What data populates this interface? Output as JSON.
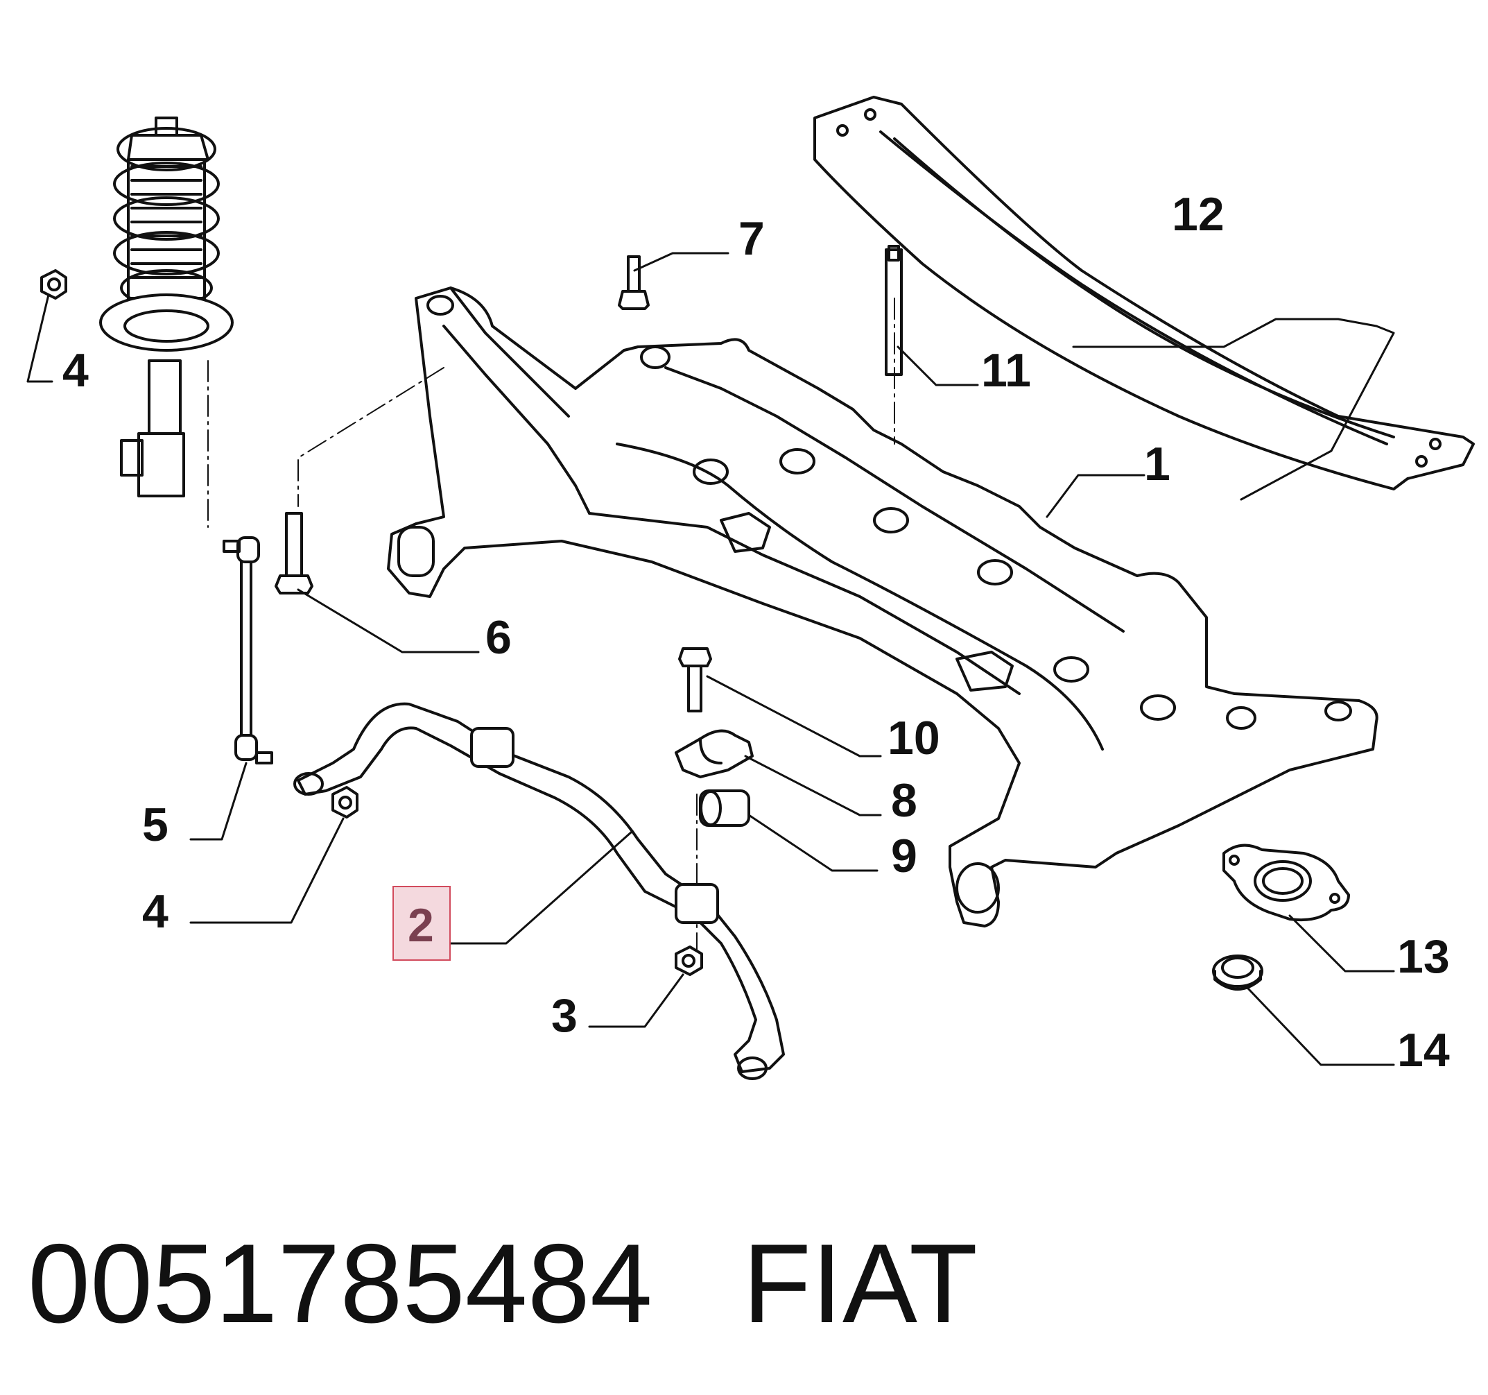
{
  "callouts": {
    "c1": "1",
    "c2": "2",
    "c3": "3",
    "c4a": "4",
    "c4b": "4",
    "c5": "5",
    "c6": "6",
    "c7": "7",
    "c8": "8",
    "c9": "9",
    "c10": "10",
    "c11": "11",
    "c12": "12",
    "c13": "13",
    "c14": "14"
  },
  "highlighted_callout": "2",
  "footer": {
    "part_number": "0051785484",
    "brand": "FIAT"
  },
  "colors": {
    "highlight_fill": "#f4d9de",
    "highlight_border": "#d24a5c"
  }
}
